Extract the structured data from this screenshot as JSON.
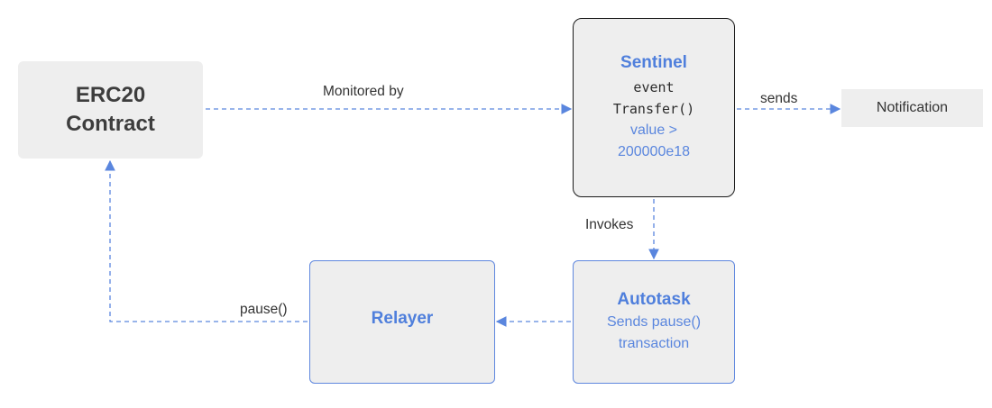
{
  "nodes": {
    "erc20": {
      "line1": "ERC20",
      "line2": "Contract"
    },
    "sentinel": {
      "title": "Sentinel",
      "code1": "event",
      "code2": "Transfer()",
      "cond1": "value >",
      "cond2": "200000e18"
    },
    "notification": {
      "label": "Notification"
    },
    "relayer": {
      "title": "Relayer"
    },
    "autotask": {
      "title": "Autotask",
      "desc1": "Sends pause()",
      "desc2": "transaction"
    }
  },
  "edges": {
    "monitored": "Monitored by",
    "sends": "sends",
    "invokes": "Invokes",
    "pause": "pause()"
  },
  "colors": {
    "edge": "#5a86de",
    "accent": "#4f7fdc",
    "node_fill": "#eeeeee",
    "node_border": "#1a1a1a"
  }
}
